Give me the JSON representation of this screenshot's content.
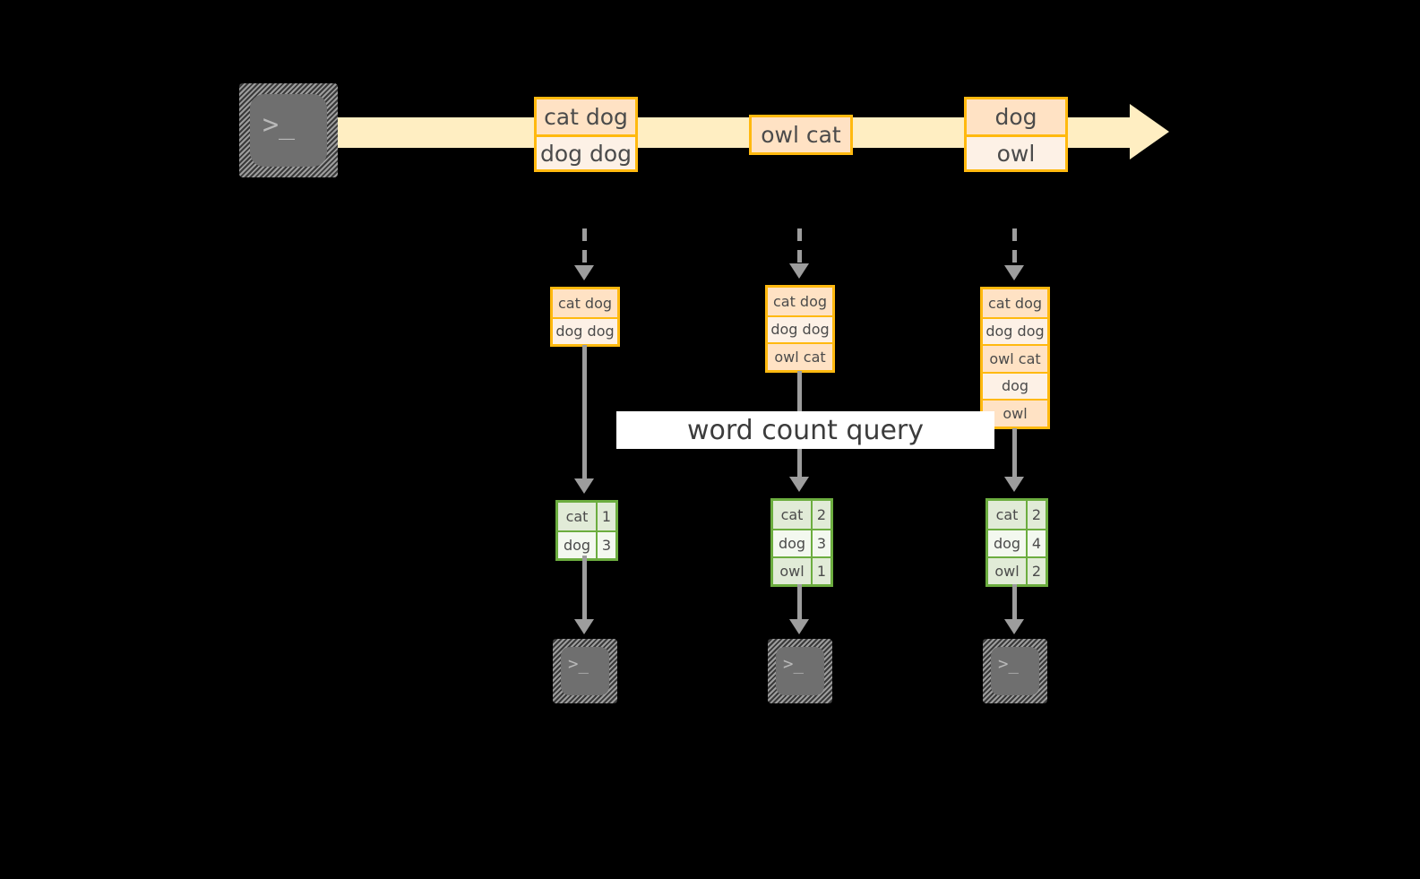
{
  "diagram": {
    "title": "word count query streaming diagram",
    "colors": {
      "background": "#000000",
      "stream_band": "#ffeec2",
      "orange_border": "#ffb90f",
      "orange_fill_dark": "#ffe2c4",
      "orange_fill_light": "#fdf1e6",
      "green_border": "#6cad3f",
      "green_fill_dark": "#e1ebd7",
      "green_fill_light": "#f3f8ef",
      "connector_gray": "#9d9d9d",
      "terminal_face": "#6f6f6f",
      "label_background": "#ffffff"
    },
    "source_terminal": {
      "icon": "terminal-icon",
      "glyph": ">_"
    },
    "stream": {
      "direction": "left-to-right",
      "events": [
        {
          "id": "event-1",
          "lines": [
            "cat dog",
            "dog dog"
          ]
        },
        {
          "id": "event-2",
          "lines": [
            "owl cat"
          ]
        },
        {
          "id": "event-3",
          "lines": [
            "dog",
            "owl"
          ]
        }
      ]
    },
    "query_label": "word count query",
    "columns": [
      {
        "id": "column-1",
        "input_table": {
          "rows": [
            "cat dog",
            "dog dog"
          ]
        },
        "result_table": {
          "rows": [
            {
              "word": "cat",
              "count": "1"
            },
            {
              "word": "dog",
              "count": "3"
            }
          ]
        },
        "sink_terminal": {
          "icon": "terminal-icon",
          "glyph": ">_"
        }
      },
      {
        "id": "column-2",
        "input_table": {
          "rows": [
            "cat dog",
            "dog dog",
            "owl cat"
          ]
        },
        "result_table": {
          "rows": [
            {
              "word": "cat",
              "count": "2"
            },
            {
              "word": "dog",
              "count": "3"
            },
            {
              "word": "owl",
              "count": "1"
            }
          ]
        },
        "sink_terminal": {
          "icon": "terminal-icon",
          "glyph": ">_"
        }
      },
      {
        "id": "column-3",
        "input_table": {
          "rows": [
            "cat dog",
            "dog dog",
            "owl cat",
            "dog",
            "owl"
          ]
        },
        "result_table": {
          "rows": [
            {
              "word": "cat",
              "count": "2"
            },
            {
              "word": "dog",
              "count": "4"
            },
            {
              "word": "owl",
              "count": "2"
            }
          ]
        },
        "sink_terminal": {
          "icon": "terminal-icon",
          "glyph": ">_"
        }
      }
    ]
  }
}
